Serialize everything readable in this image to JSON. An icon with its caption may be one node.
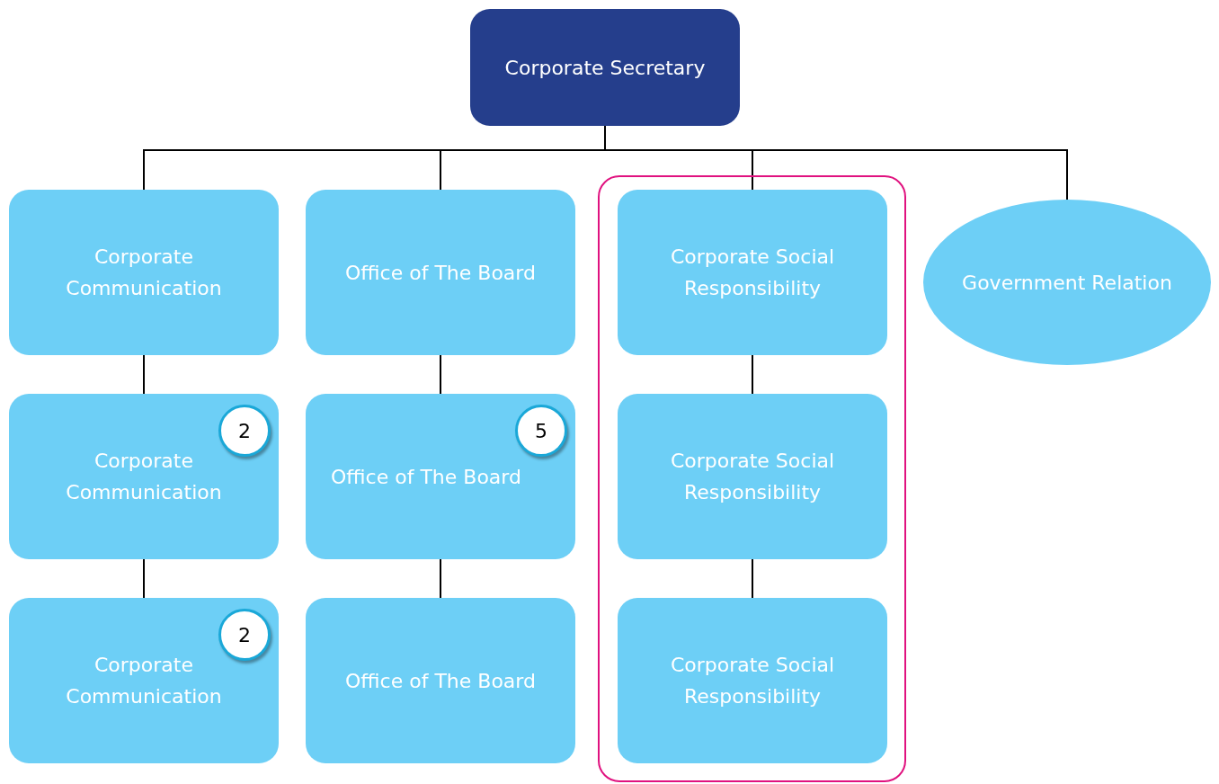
{
  "diagram": {
    "nodes": [
      {
        "text": [
          "Corporate Secretary"
        ]
      },
      {
        "text": [
          "Corporate Communication"
        ]
      },
      {
        "text": [
          "Office of The Board"
        ]
      },
      {
        "text": [],
        "shape": "box"
      },
      {
        "text": [
          "Corporate Social Responsibility"
        ],
        "in": 3
      },
      {
        "text": [
          "Government Relation"
        ]
      },
      {
        "text": [
          "Corporate Communication"
        ]
      },
      {
        "text": [
          "Office of The Board"
        ]
      },
      {
        "text": [
          "Corporate Social Responsibility"
        ],
        "in": 3
      },
      {
        "text": [
          "Corporate Communication"
        ]
      },
      {
        "text": [
          "Office of The Board"
        ]
      },
      {
        "text": [
          "Corporate Social Responsibility"
        ],
        "in": 3
      },
      {
        "text": [
          "2"
        ],
        "in": 6
      },
      {
        "text": [
          "5"
        ],
        "in": 7
      },
      {
        "text": [
          "2"
        ],
        "in": 9
      }
    ],
    "edges": [
      {
        "from": 0,
        "to": 1,
        "arrow": "none"
      },
      {
        "from": 0,
        "to": 2,
        "arrow": "none"
      },
      {
        "from": 0,
        "to": 4,
        "arrow": "none"
      },
      {
        "from": 0,
        "to": 5,
        "arrow": "none"
      },
      {
        "from": 1,
        "to": 6,
        "arrow": "none"
      },
      {
        "from": 6,
        "to": 9,
        "arrow": "none"
      },
      {
        "from": 2,
        "to": 7,
        "arrow": "none"
      },
      {
        "from": 7,
        "to": 10,
        "arrow": "none"
      },
      {
        "from": 4,
        "to": 8,
        "arrow": "none"
      },
      {
        "from": 8,
        "to": 11,
        "arrow": "none"
      }
    ]
  }
}
